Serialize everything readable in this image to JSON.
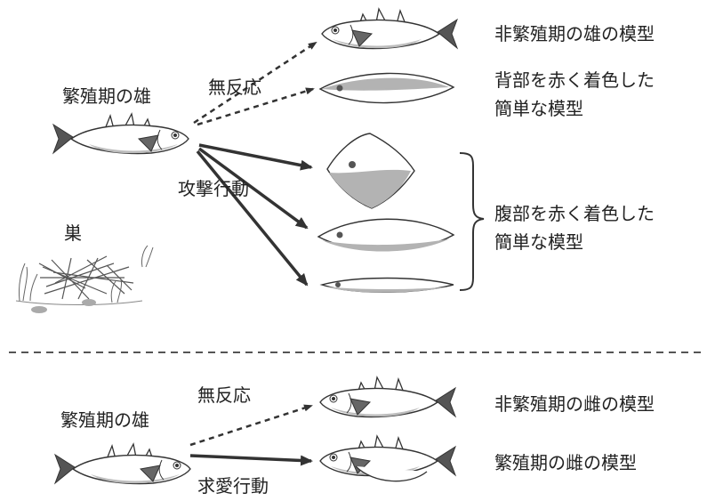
{
  "top": {
    "breeding_male_label": "繁殖期の雄",
    "no_response_label": "無反応",
    "attack_label": "攻撃行動",
    "nest_label": "巣",
    "model_nonbreeding_male": "非繁殖期の雄の模型",
    "model_red_back_line1": "背部を赤く着色した",
    "model_red_back_line2": "簡単な模型",
    "model_red_belly_line1": "腹部を赤く着色した",
    "model_red_belly_line2": "簡単な模型"
  },
  "bottom": {
    "breeding_male_label": "繁殖期の雄",
    "no_response_label": "無反応",
    "courtship_label": "求愛行動",
    "model_nonbreeding_female": "非繁殖期の雌の模型",
    "model_breeding_female": "繁殖期の雌の模型"
  },
  "colors": {
    "red_area": "#b3b3b3",
    "ink": "#333333",
    "fish_body": "#ffffff"
  }
}
